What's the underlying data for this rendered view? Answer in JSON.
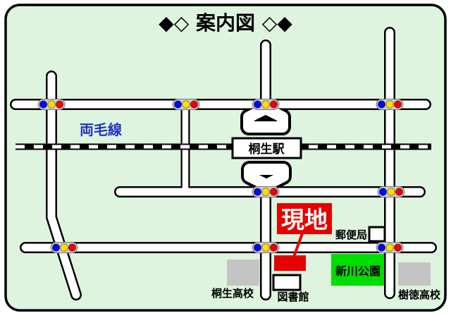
{
  "title": "◆◇ 案内図 ◇◆",
  "map": {
    "railway_label": "両毛線",
    "station_label": "桐生駅",
    "callout_label": "現地",
    "post_office_label": "郵便局",
    "park_label": "新川公園",
    "library_label": "図書館",
    "kiryu_school_label": "桐生高校",
    "jutoku_school_label": "樹徳高校"
  },
  "colors": {
    "background": "#def4de",
    "signal_blue": "#0008ee",
    "signal_yellow": "#ffdd00",
    "signal_red": "#ee0000",
    "site_red": "#e60000",
    "park_green": "#00dd00",
    "school_gray": "#c4c4c4",
    "railway_text_blue": "#2233bb",
    "signal_capsule_gray": "#cccccc"
  }
}
